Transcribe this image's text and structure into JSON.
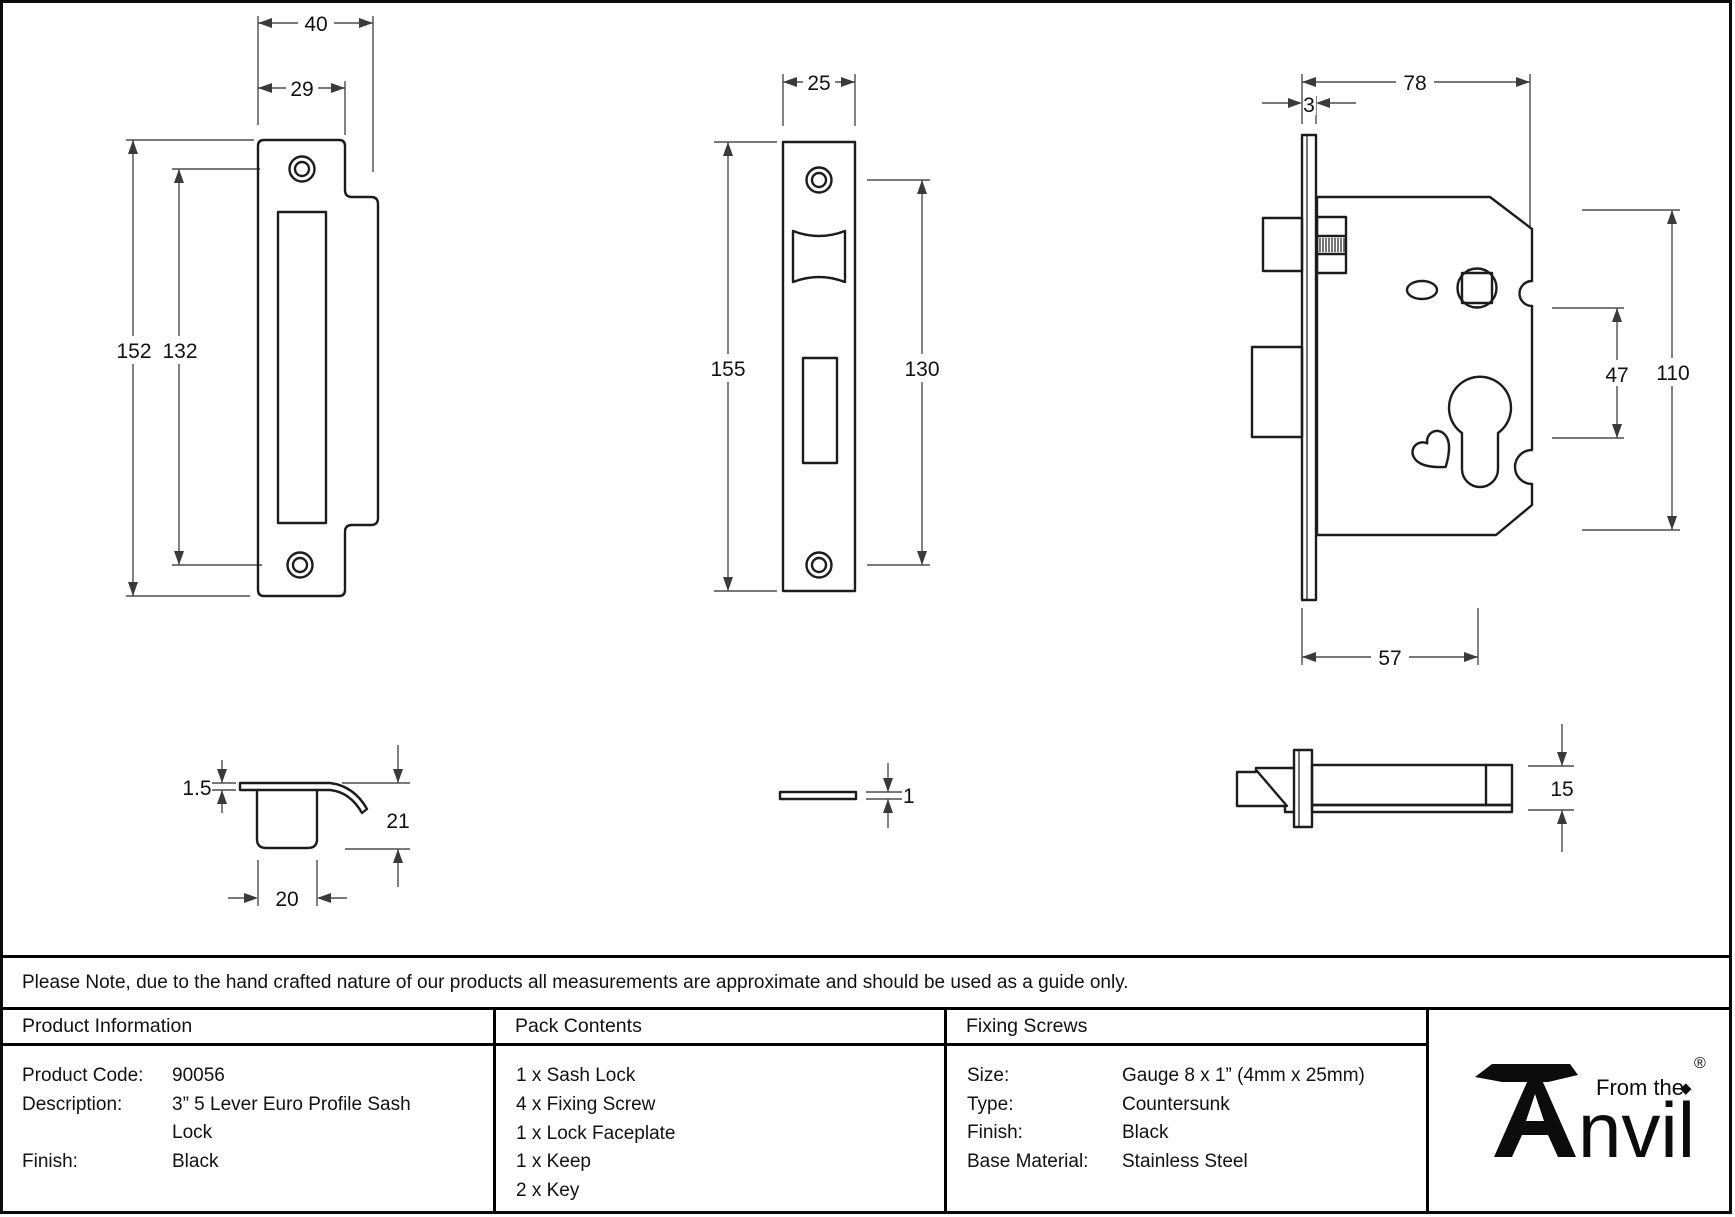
{
  "note": "Please Note, due to the hand crafted nature of our products all measurements are approximate and should be used as a guide only.",
  "dims": {
    "keep_front": {
      "outer_width": "40",
      "inner_width": "29",
      "outer_height": "152",
      "screw_centres": "132"
    },
    "faceplate_front": {
      "width": "25",
      "height": "155",
      "screw_centres": "130"
    },
    "lock_side": {
      "depth": "78",
      "faceplate_thickness": "3",
      "spindle_to_cylinder": "47",
      "case_height": "110",
      "backset": "57"
    },
    "keep_profile": {
      "plate_thickness": "1.5",
      "depth": "21",
      "pocket_width": "20"
    },
    "faceplate_side": {
      "thickness": "1"
    },
    "lock_top": {
      "case_thickness": "15"
    }
  },
  "table": {
    "product_information": {
      "title": "Product Information",
      "rows": [
        {
          "label": "Product Code:",
          "value": "90056"
        },
        {
          "label": "Description:",
          "value": "3” 5 Lever Euro Profile Sash Lock"
        },
        {
          "label": "Finish:",
          "value": "Black"
        }
      ]
    },
    "pack_contents": {
      "title": "Pack Contents",
      "items": [
        "1 x Sash Lock",
        "4 x Fixing Screw",
        "1 x Lock Faceplate",
        "1 x Keep",
        "2 x Key"
      ]
    },
    "fixing_screws": {
      "title": "Fixing Screws",
      "rows": [
        {
          "label": "Size:",
          "value": "Gauge 8 x 1” (4mm x 25mm)"
        },
        {
          "label": "Type:",
          "value": "Countersunk"
        },
        {
          "label": "Finish:",
          "value": "Black"
        },
        {
          "label": "Base Material:",
          "value": "Stainless Steel"
        }
      ]
    }
  },
  "logo": {
    "tagline": "From the",
    "name_rest": "nvil",
    "diamond": "◆",
    "registered": "®"
  }
}
